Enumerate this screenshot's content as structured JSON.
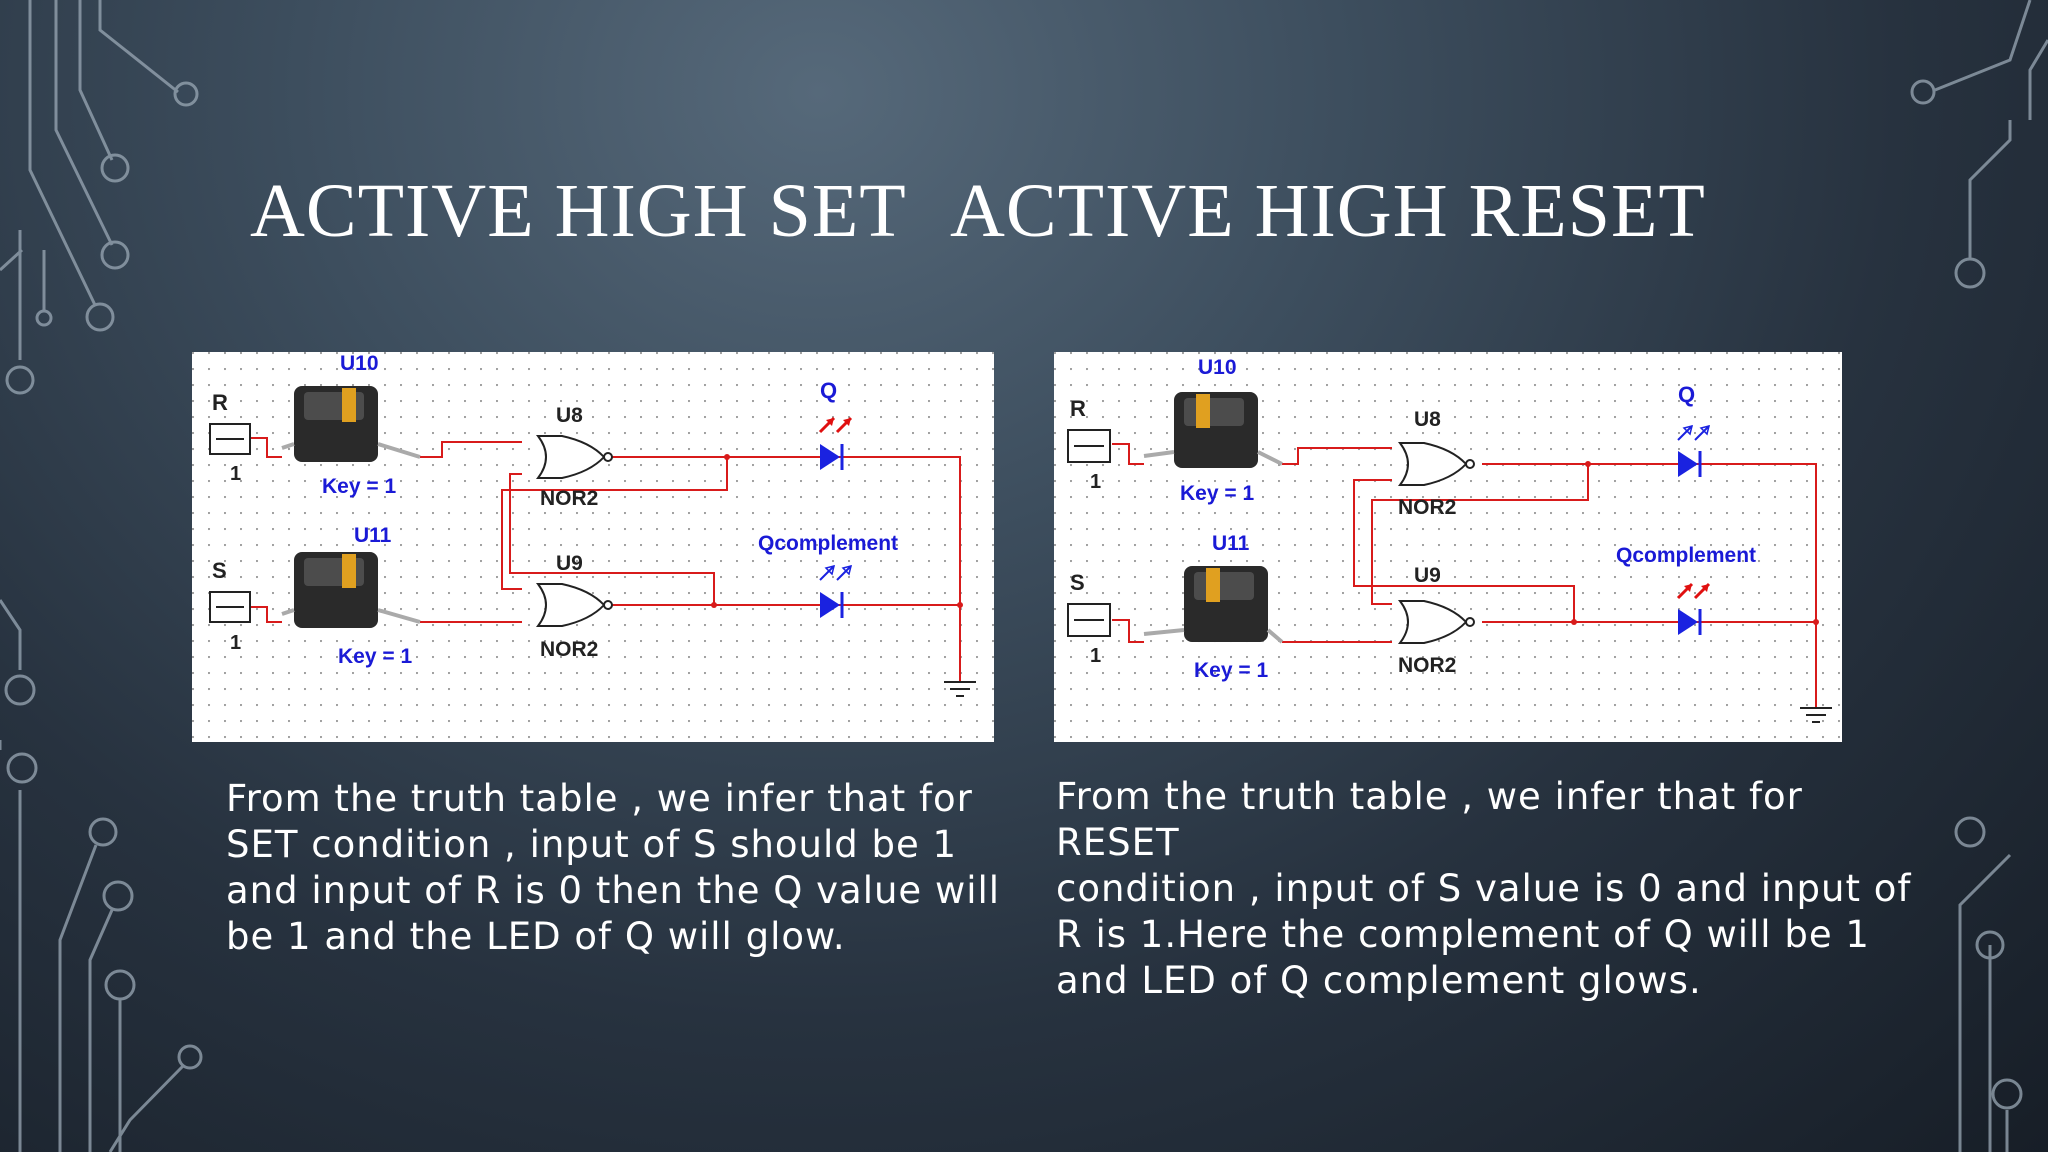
{
  "titles": {
    "set": "ACTIVE HIGH SET",
    "reset": "ACTIVE HIGH RESET"
  },
  "circuit_set": {
    "r_label": "R",
    "s_label": "S",
    "r_value": "1",
    "s_value": "1",
    "switch_top_ref": "U10",
    "switch_bottom_ref": "U11",
    "switch_top_key": "Key = 1",
    "switch_bottom_key": "Key = 1",
    "gate_top_ref": "U8",
    "gate_bottom_ref": "U9",
    "gate_top_type": "NOR2",
    "gate_bottom_type": "NOR2",
    "led_q_label": "Q",
    "led_qc_label": "Qcomplement",
    "lit_led": "Q"
  },
  "circuit_reset": {
    "r_label": "R",
    "s_label": "S",
    "r_value": "1",
    "s_value": "1",
    "switch_top_ref": "U10",
    "switch_bottom_ref": "U11",
    "switch_top_key": "Key = 1",
    "switch_bottom_key": "Key = 1",
    "gate_top_ref": "U8",
    "gate_bottom_ref": "U9",
    "gate_top_type": "NOR2",
    "gate_bottom_type": "NOR2",
    "led_q_label": "Q",
    "led_qc_label": "Qcomplement",
    "lit_led": "Qcomplement"
  },
  "descriptions": {
    "set": [
      "From the truth table , we infer that for",
      "SET condition , input of S should be 1",
      "and input of R is 0 then the Q value will",
      "be 1 and the LED of Q will glow."
    ],
    "reset": [
      "From the truth table , we infer that for",
      "RESET",
      "condition , input of S value is 0 and input of",
      "R is 1.Here the complement of Q will be 1",
      "and LED of Q complement glows."
    ]
  },
  "colors": {
    "wire": "#d81b1b",
    "component_label": "#1a1ad6",
    "led_active_arrow": "#e01010",
    "led_body": "#1a22e0"
  }
}
